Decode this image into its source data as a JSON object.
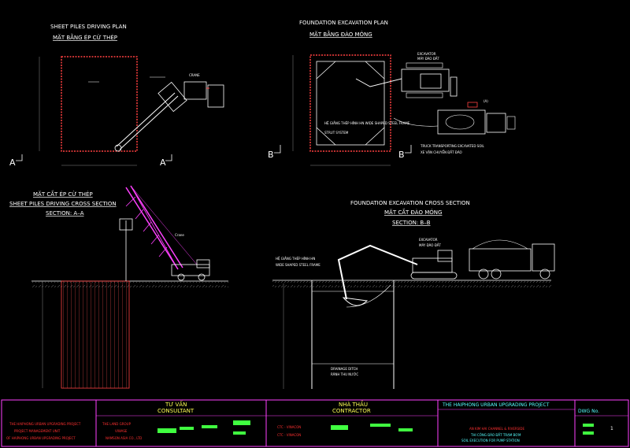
{
  "plans": {
    "sheet_piles": {
      "title": "SHEET PILES DRIVING PLAN",
      "subtitle": "MẶT BẰNG ÉP CỪ THÉP",
      "crane_label": "CRANE",
      "section_mark": "A"
    },
    "excavation": {
      "title": "FOUNDATION EXCAVATION PLAN",
      "subtitle": "MẶT BẰNG ĐÀO MÓNG",
      "excavator_label": "EXCAVATOR",
      "excavator_label_vi": "MÁY ĐÀO ĐẤT",
      "bracing_label": "HỆ GIẰNG THÉP HÌNH HN  WIDE SHAPED STEEL FRAME",
      "strut_label": "STRUT SYSTEM",
      "truck_label": "TRUCK TRANSPORTING EXCAVATED SOIL",
      "truck_label_vi": "XE VẬN CHUYỂN ĐẤT ĐÀO",
      "marker": "(A)",
      "section_mark": "B"
    }
  },
  "sections": {
    "piles": {
      "title_vi": "MẶT CẮT ÉP CỪ THÉP",
      "title_en": "SHEET PILES DRIVING CROSS SECTION",
      "section": "SECTION: A–A",
      "crane_label": "Crane"
    },
    "excavation": {
      "title_en": "FOUNDATION EXCAVATION CROSS SECTION",
      "title_vi": "MẶT CẮT ĐÀO MÓNG",
      "section": "SECTION: B–B",
      "excavator_label": "EXCAVATOR",
      "excavator_label_vi": "MÁY ĐÀO ĐẤT",
      "frame_label": "HỆ GIẰNG THÉP HÌNH HN",
      "frame_label_en": "WIDE SHAPED STEEL FRAME",
      "drainage_label": "DRAINAGE DITCH",
      "drainage_label_vi": "RÃNH THU NƯỚC"
    }
  },
  "title_block": {
    "owner_line1": "THE HAIPHONG URBAN UPGRADING PROJECT",
    "owner_line2": "PROJECT MANAGEMENT UNIT",
    "owner_line3": "OF HAIPHONG URBAN UPGRADING PROJECT",
    "consultant_vi": "TƯ VẤN",
    "consultant_en": "CONSULTANT",
    "consultant_firm": "THE LAND GROUP",
    "consultant_firm2": "VIWASE",
    "consultant_firm3": "NAMSON ASIA CO., LTD",
    "contractor_vi": "NHÀ THẦU",
    "contractor_en": "CONTRACTOR",
    "contractor_row1": "CTC - VINACON",
    "contractor_row2": "CTC - VINACON",
    "project_title": "THE HAIPHONG URBAN UPGRADING PROJECT",
    "package": "AN KIM HAI CHANNEL & RIVERSIDE",
    "sheet_title_vi": "THI CÔNG ĐÀO ĐẤT TRẠM BƠM",
    "sheet_title_en": "SOIL EXECUTION FOR PUMP STATION",
    "dwg_label": "DWG No.",
    "dwg_no": "1"
  },
  "colors": {
    "background": "#000000",
    "linework": "#ffffff",
    "sheet_pile": "#ff3030",
    "crane": "#ff40ff",
    "highlight": "#40ff40",
    "title_border": "#ff40ff"
  }
}
